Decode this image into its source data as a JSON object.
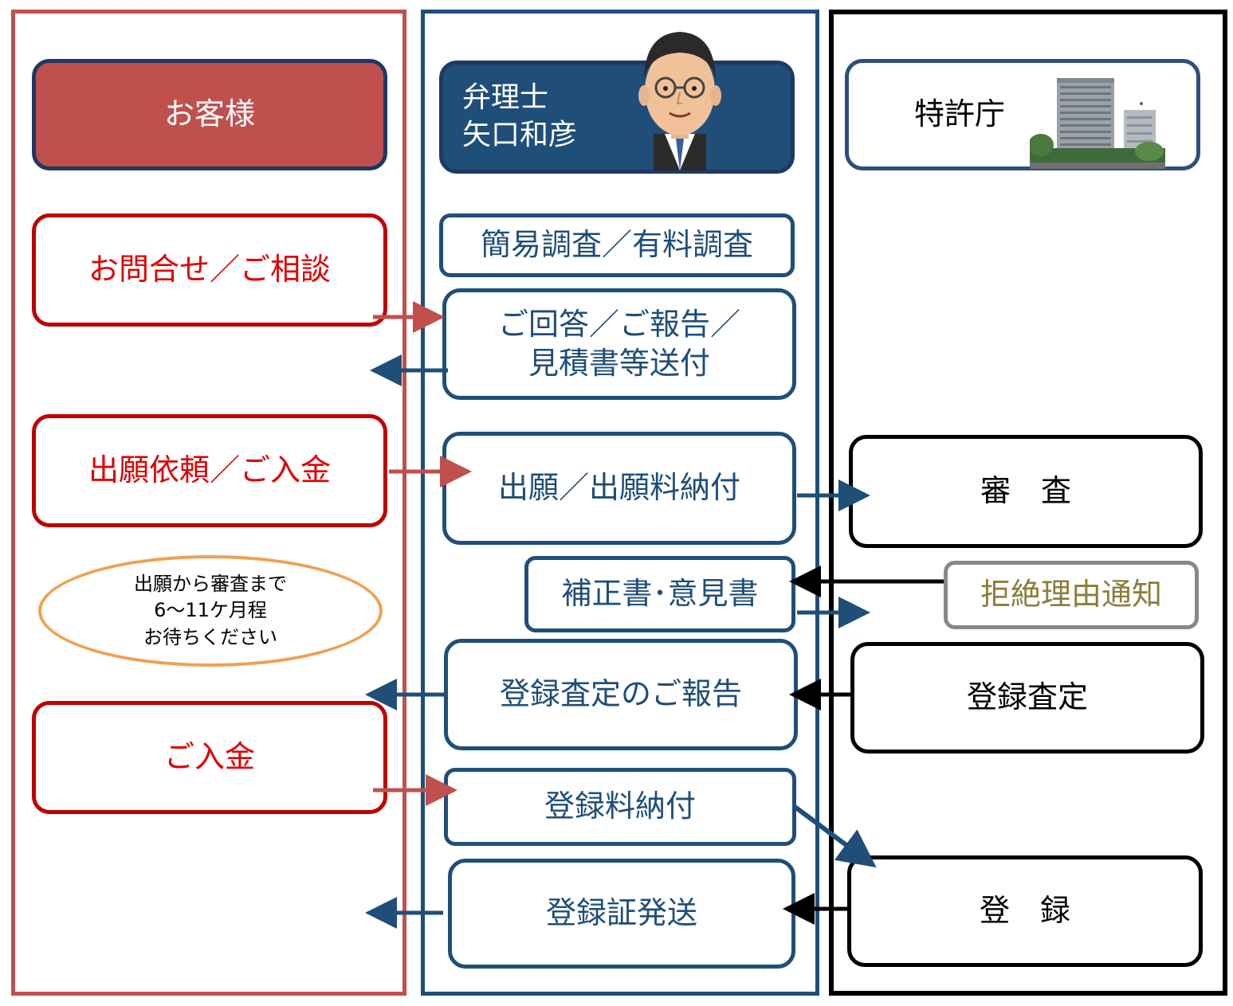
{
  "lanes": {
    "customer": {
      "header": "お客様",
      "color": "#c0504d",
      "boxes": [
        "お問合せ／ご相談",
        "出願依頼／ご入金",
        "ご入金"
      ],
      "note": [
        "出願から審査まで",
        "6〜11ケ月程",
        "お待ちください"
      ]
    },
    "attorney": {
      "title_line1": "弁理士",
      "title_line2": "矢口和彦",
      "color": "#1f4e79",
      "boxes": {
        "research": "簡易調査／有料調査",
        "reply_line1": "ご回答／ご報告／",
        "reply_line2": "見積書等送付",
        "filing": "出願／出願料納付",
        "amendment": "補正書･意見書",
        "grant_report": "登録査定のご報告",
        "reg_fee": "登録料納付",
        "certificate": "登録証発送"
      }
    },
    "jpo": {
      "header": "特許庁",
      "color": "#000000",
      "boxes": {
        "examination": "審　査",
        "rejection": "拒絶理由通知",
        "decision": "登録査定",
        "registration": "登　録"
      }
    }
  },
  "icons": [
    "attorney-portrait-icon",
    "jpo-building-icon"
  ]
}
